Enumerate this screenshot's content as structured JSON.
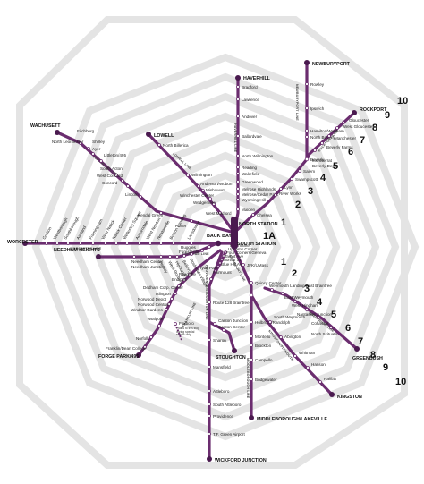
{
  "map": {
    "colors": {
      "line": "#6b2d6f",
      "terminal": "#4a1a4f",
      "zone_ring": "#e4e4e4",
      "background": "#ffffff"
    },
    "zone_numbers_right": [
      "1",
      "2",
      "3",
      "4",
      "5",
      "6",
      "7",
      "8",
      "9",
      "10"
    ],
    "zone_numbers_left": [
      "1",
      "2",
      "3",
      "4",
      "5",
      "6",
      "7",
      "8",
      "9",
      "10"
    ],
    "zone_1a": "1A",
    "hubs": {
      "north_station": "NORTH STATION",
      "back_bay": "BACK BAY",
      "south_station": "SOUTH STATION"
    },
    "line_names": {
      "haverhill": "HAVERHILL LINE",
      "newburyport": "NEWBURYPORT LINE",
      "rockport": "ROCKPORT LINE",
      "lowell": "LOWELL LINE",
      "fitchburg": "FITCHBURG LINE",
      "worcester": "WORCESTER LINE",
      "needham": "NEEDHAM LINE",
      "franklin": "FRANKLIN LINE",
      "providence": "PROVIDENCE/STOUGHTON LINE",
      "middleborough": "MIDDLEBOROUGH LINE",
      "kingston": "KINGSTON/PLYMOUTH",
      "greenbush": "GREENBUSH LINE",
      "fairmount": "FAIRMOUNT LINE"
    },
    "terminals": {
      "newburyport": "NEWBURYPORT",
      "haverhill": "HAVERHILL",
      "rockport": "ROCKPORT",
      "lowell": "LOWELL",
      "wachusett": "WACHUSETT",
      "worcester": "WORCESTER",
      "needham_heights": "NEEDHAM HEIGHTS",
      "forge_park": "FORGE PARK/495",
      "stoughton": "STOUGHTON",
      "wickford": "WICKFORD JUNCTION",
      "middleborough": "MIDDLEBOROUGH/LAKEVILLE",
      "greenbush": "GREENBUSH",
      "kingston": "KINGSTON"
    },
    "stations": {
      "haverhill": [
        "Bradford",
        "Lawrence",
        "Andover",
        "Ballardvale",
        "North Wilmington",
        "Reading",
        "Wakefield",
        "Greenwood",
        "Melrose Highlands",
        "Melrose/Cedar Park",
        "Wyoming Hill",
        "Malden"
      ],
      "newburyport": [
        "Rowley",
        "Ipswich",
        "Hamilton/Wenham",
        "North Beverly",
        "Beverly",
        "Salem",
        "Swampscott",
        "Lynn",
        "River Works",
        "Chelsea"
      ],
      "rockport": [
        "Gloucester",
        "West Gloucester",
        "Manchester",
        "Beverly Farms",
        "Montserrat",
        "Beverly Depot"
      ],
      "lowell": [
        "North Billerica",
        "Wilmington",
        "Anderson/Woburn",
        "Mishawum",
        "Winchester Center",
        "Wedgemere",
        "West Medford"
      ],
      "fitchburg": [
        "Fitchburg",
        "North Leominster",
        "Shirley",
        "Ayer",
        "Littleton/495",
        "South Acton",
        "West Concord",
        "Concord",
        "Lincoln",
        "Kendal Green",
        "Porter"
      ],
      "worcester": [
        "Grafton",
        "Westborough",
        "Southborough",
        "Ashland",
        "Framingham",
        "West Natick",
        "Natick Center",
        "Wellesley Square",
        "Auburndale",
        "West Newton",
        "Newtonville",
        "Boston Landing",
        "Lansdowne"
      ],
      "needham": [
        "Needham Center",
        "Needham Junction",
        "Hersey",
        "West Roxbury",
        "Highland",
        "Bellevue",
        "Roslindale Village",
        "Forest Hills",
        "Ruggles"
      ],
      "franklin": [
        "Franklin/Dean College",
        "Norfolk",
        "Walpole",
        "Windsor Gardens",
        "Norwood Central",
        "Norwood Depot",
        "Islington",
        "Dedham Corp. Center",
        "Endicott",
        "Readville"
      ],
      "providence": [
        "Sharon",
        "Mansfield",
        "Attleboro",
        "South Attleboro",
        "Providence",
        "T.F. Green Airport",
        "Canton Center",
        "Canton Junction",
        "Route 128",
        "Hyde Park"
      ],
      "fairmount": [
        "Fairmount",
        "Blue Hill Ave",
        "Morton St",
        "Talbot Ave",
        "Four Corners/Geneva",
        "Uphams Corner",
        "Newmarket"
      ],
      "middleborough": [
        "Holbrook/Randolph",
        "Montello",
        "Brockton",
        "Campello",
        "Bridgewater"
      ],
      "kingston": [
        "South Weymouth",
        "Abington",
        "Whitman",
        "Hanson",
        "Halifax"
      ],
      "greenbush": [
        "Weymouth Landing/East Braintree",
        "East Weymouth",
        "West Hingham",
        "Nantasket Junction",
        "Cohasset",
        "North Scituate"
      ],
      "south_shore": [
        "JFK/UMass",
        "Quincy Center",
        "Braintree"
      ]
    },
    "notes": {
      "foxboro": "Foxboro",
      "foxboro_note": "Trains to this stop during special events only"
    }
  }
}
